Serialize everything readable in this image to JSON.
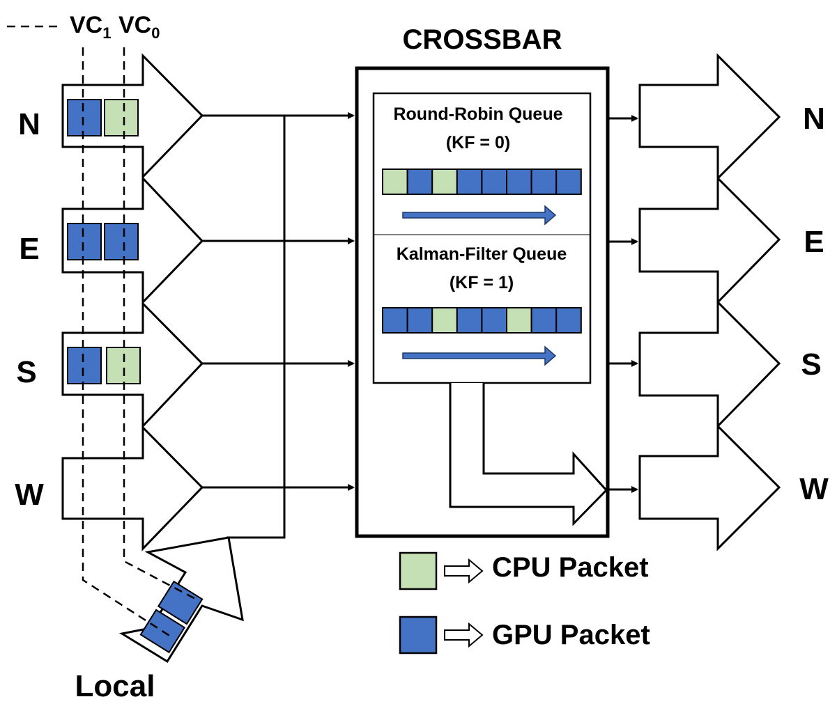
{
  "legend_top": {
    "vc1_base": "VC",
    "vc1_sub": "1",
    "vc0_base": "VC",
    "vc0_sub": "0"
  },
  "ports_in": [
    "N",
    "E",
    "S",
    "W"
  ],
  "local_label": "Local",
  "ports_out": [
    "N",
    "E",
    "S",
    "W"
  ],
  "crossbar_title": "CROSSBAR",
  "rr_queue": {
    "title": "Round-Robin Queue",
    "sub": "(KF = 0)",
    "slots": [
      "CPU",
      "GPU",
      "CPU",
      "GPU",
      "GPU",
      "GPU",
      "GPU",
      "GPU"
    ]
  },
  "kf_queue": {
    "title": "Kalman-Filter Queue",
    "sub": "(KF = 1)",
    "slots": [
      "GPU",
      "GPU",
      "CPU",
      "GPU",
      "GPU",
      "CPU",
      "GPU",
      "GPU"
    ]
  },
  "input_buffers": {
    "N": [
      "GPU",
      "CPU"
    ],
    "E": [
      "GPU",
      "GPU"
    ],
    "S": [
      "GPU",
      "CPU"
    ],
    "Local": [
      "GPU",
      "GPU"
    ]
  },
  "legend": {
    "cpu_label": "CPU Packet",
    "gpu_label": "GPU Packet"
  },
  "colors": {
    "gpu": "#4472C4",
    "cpu": "#C5E0B4",
    "flow_arrow": "#4472C4"
  }
}
